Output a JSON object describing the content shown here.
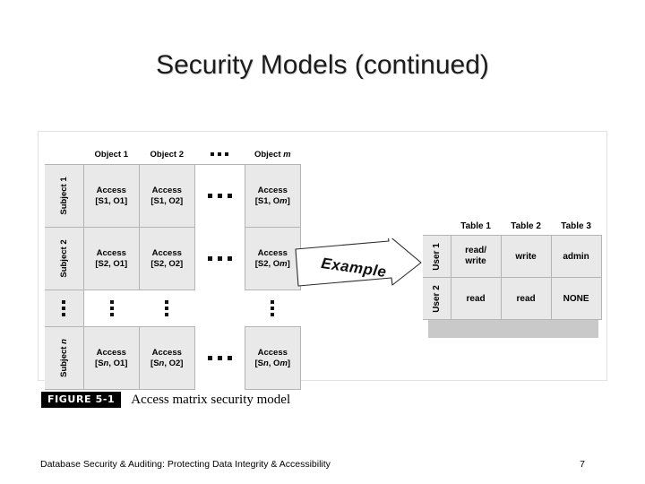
{
  "slide": {
    "title": "Security Models (continued)"
  },
  "figure": {
    "caption_badge": "FIGURE 5-1",
    "caption_text": "Access matrix security model",
    "access_matrix": {
      "column_headers": [
        "Object 1",
        "Object 2",
        "⋯",
        "Object m"
      ],
      "row_headers": [
        "Subject 1",
        "Subject 2",
        "⋮",
        "Subject n"
      ],
      "rows": [
        {
          "label": "Subject 1",
          "cells": [
            {
              "line1": "Access",
              "line2": "[S1, O1]"
            },
            {
              "line1": "Access",
              "line2": "[S1, O2]"
            },
            {
              "line1": "dots",
              "line2": ""
            },
            {
              "line1": "Access",
              "line2": "[S1, Om]"
            }
          ]
        },
        {
          "label": "Subject 2",
          "cells": [
            {
              "line1": "Access",
              "line2": "[S2, O1]"
            },
            {
              "line1": "Access",
              "line2": "[S2, O2]"
            },
            {
              "line1": "dots",
              "line2": ""
            },
            {
              "line1": "Access",
              "line2": "[S2, Om]"
            }
          ]
        },
        {
          "label": "⋮",
          "cells": [
            {
              "line1": "vdots",
              "line2": ""
            },
            {
              "line1": "vdots",
              "line2": ""
            },
            {
              "line1": "",
              "line2": ""
            },
            {
              "line1": "vdots",
              "line2": ""
            }
          ]
        },
        {
          "label": "Subject n",
          "cells": [
            {
              "line1": "Access",
              "line2": "[Sn, O1]"
            },
            {
              "line1": "Access",
              "line2": "[Sn, O2]"
            },
            {
              "line1": "dots",
              "line2": ""
            },
            {
              "line1": "Access",
              "line2": "[Sn, Om]"
            }
          ]
        }
      ]
    },
    "arrow": {
      "label": "Example"
    },
    "example_matrix": {
      "column_headers": [
        "Table 1",
        "Table 2",
        "Table 3"
      ],
      "row_headers": [
        "User 1",
        "User 2"
      ],
      "rows": [
        {
          "label": "User 1",
          "cells": [
            [
              "read/",
              "write"
            ],
            [
              "write"
            ],
            [
              "admin"
            ]
          ]
        },
        {
          "label": "User 2",
          "cells": [
            [
              "read"
            ],
            [
              "read"
            ],
            [
              "NONE"
            ]
          ]
        }
      ]
    }
  },
  "footer": {
    "text": "Database Security & Auditing: Protecting Data Integrity & Accessibility",
    "page": "7"
  },
  "cells": {
    "m1c1_l1": "Access",
    "m1c1_l2": "[S1, O1]",
    "m1c2_l1": "Access",
    "m1c2_l2": "[S1, O2]",
    "m1c4_l1": "Access",
    "m1c4_l2": "[S1, O",
    "m2c1_l1": "Access",
    "m2c1_l2": "[S2, O1]",
    "m2c2_l1": "Access",
    "m2c2_l2": "[S2, O2]",
    "m2c4_l1": "Access",
    "m2c4_l2": "[S2, O",
    "m4c1_l1": "Access",
    "m4c1_l2a": "[S",
    "m4c1_l2b": "n",
    "m4c1_l2c": ", O1]",
    "m4c2_l1": "Access",
    "m4c2_l2a": "[S",
    "m4c2_l2b": "n",
    "m4c2_l2c": ", O2]",
    "m4c4_l1": "Access",
    "obj1": "Object 1",
    "obj2": "Object 2",
    "objm_pre": "Object ",
    "objm_it": "m",
    "subj1": "Subject 1",
    "subj2": "Subject 2",
    "subjn_pre": "Subject ",
    "subjn_it": "n",
    "t1": "Table 1",
    "t2": "Table 2",
    "t3": "Table 3",
    "u1": "User 1",
    "u2": "User 2",
    "v11a": "read/",
    "v11b": "write",
    "v12": "write",
    "v13": "admin",
    "v21": "read",
    "v22": "read",
    "v23": "NONE"
  }
}
